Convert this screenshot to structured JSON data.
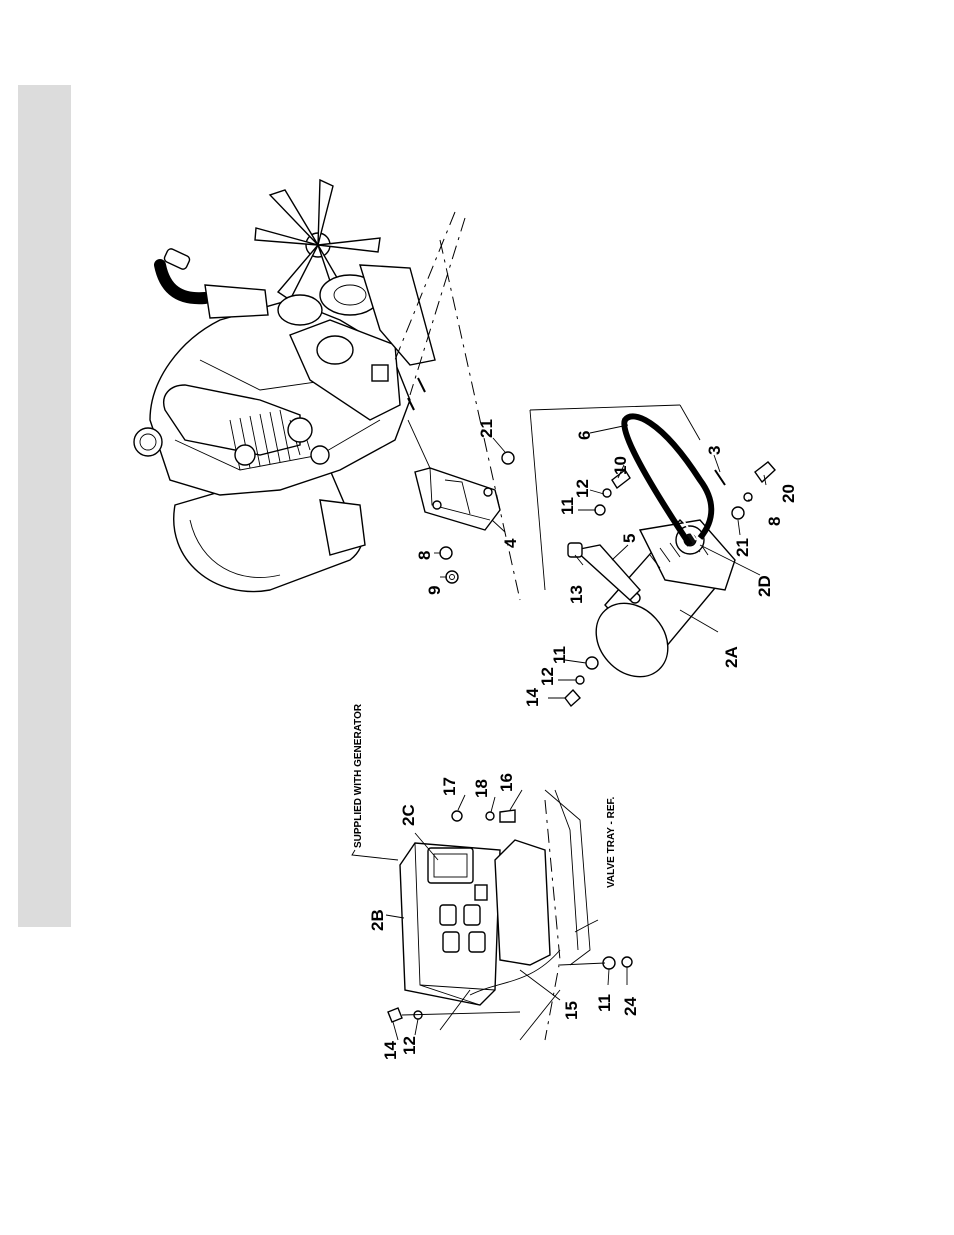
{
  "diagram": {
    "notes": {
      "supplied": "SUPPLIED WITH GENERATOR",
      "valve_tray": "VALVE TRAY - REF."
    },
    "callouts": {
      "c21a": "21",
      "c6": "6",
      "c3": "3",
      "c10": "10",
      "c12a": "12",
      "c11a": "11",
      "c8a": "8",
      "c9": "9",
      "c4": "4",
      "c5": "5",
      "c13": "13",
      "c20": "20",
      "c8b": "8",
      "c21b": "21",
      "c2d": "2D",
      "c2a": "2A",
      "c11b": "11",
      "c12b": "12",
      "c14a": "14",
      "c17": "17",
      "c18": "18",
      "c16": "16",
      "c2c": "2C",
      "c2b": "2B",
      "c14b": "14",
      "c12c": "12",
      "c15": "15",
      "c11c": "11",
      "c24": "24"
    }
  }
}
